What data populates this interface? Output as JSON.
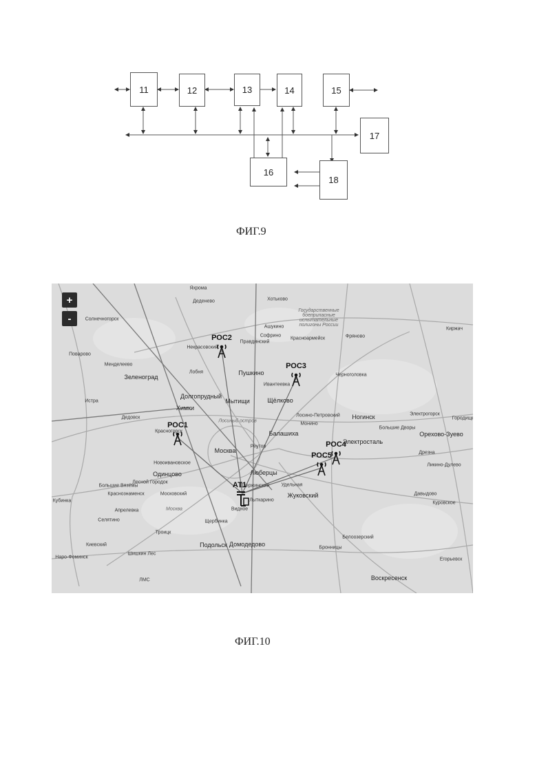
{
  "figure9": {
    "caption": "ФИГ.9",
    "blocks": [
      "11",
      "12",
      "13",
      "14",
      "15",
      "16",
      "17",
      "18"
    ]
  },
  "figure10": {
    "caption": "ФИГ.10",
    "zoom_in": "+",
    "zoom_out": "-",
    "stations": [
      "РОС1",
      "РОС2",
      "РОС3",
      "РОС4",
      "РОС5"
    ],
    "terminal": "АТ1",
    "places": [
      "Яхрома",
      "Деденево",
      "Солнечногорск",
      "Поварово",
      "Некрасовский",
      "Менделеево",
      "Лобня",
      "Зеленоград",
      "Пушкино",
      "Долгопрудный",
      "Мытищи",
      "Химки",
      "Истра",
      "Дедовск",
      "Красногорск",
      "Москва",
      "Новоивановское",
      "Одинцово",
      "Большие Вязёмы",
      "Лесной Городок",
      "Краснознаменск",
      "Московский",
      "Кубинка",
      "Апрелевка",
      "Москва",
      "Селятино",
      "Щербинка",
      "Троицк",
      "Подольск",
      "Домодедово",
      "Киевский",
      "Шишкин Лес",
      "Наро-Фоминск",
      "ЛМС",
      "Видное",
      "Хотьково",
      "Государственные боеприпасные испытательные полигоны России",
      "Ашукино",
      "Софрино",
      "Красноармейск",
      "Фряново",
      "Киржач",
      "Правдинский",
      "Черноголовка",
      "Ивантеевка",
      "Щёлково",
      "Лосино-Петровский",
      "Ногинск",
      "Электрогорск",
      "Монино",
      "Большие Дворы",
      "Балашиха",
      "Электросталь",
      "Орехово-Зуево",
      "Городище",
      "Реутов",
      "Дрезна",
      "Ликино-Дулево",
      "Люберцы",
      "Удельная",
      "Жуковский",
      "Дзержинский",
      "Лыткарино",
      "Давыдово",
      "Куровское",
      "Белоозерский",
      "Бронницы",
      "Егорьевск",
      "Воскресенск",
      "Лосиный остров"
    ]
  }
}
